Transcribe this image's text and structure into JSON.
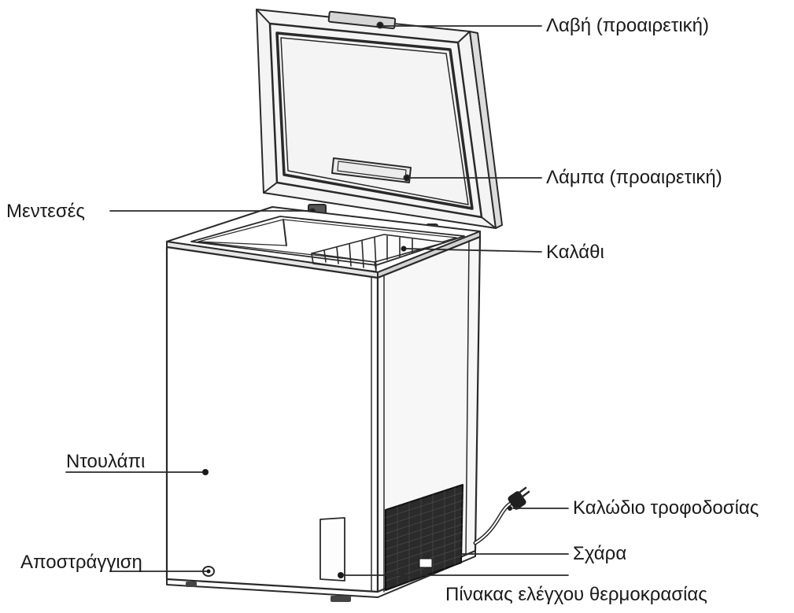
{
  "labels": {
    "handle": "Λαβή (προαιρετική)",
    "lamp": "Λάμπα (προαιρετική)",
    "hinges": "Μεντεσές",
    "basket": "Καλάθι",
    "cabinet": "Ντουλάπι",
    "power_cord": "Καλώδιο τροφοδοσίας",
    "grille": "Σχάρα",
    "drain": "Αποστράγγιση",
    "temp_panel": "Πίνακας ελέγχου θερμοκρασίας"
  }
}
